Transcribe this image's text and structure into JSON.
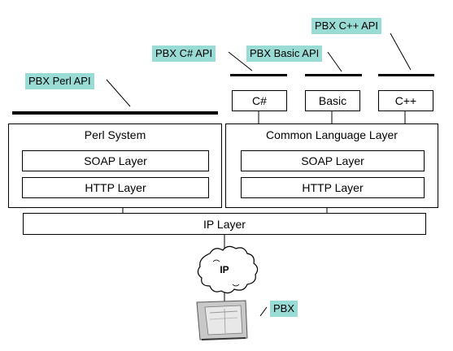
{
  "callouts": {
    "perl_api": "PBX Perl API",
    "csharp_api": "PBX C# API",
    "basic_api": "PBX Basic API",
    "cpp_api": "PBX C++ API",
    "pbx": "PBX"
  },
  "api_boxes": {
    "csharp": "C#",
    "basic": "Basic",
    "cpp": "C++"
  },
  "perl_system": {
    "title": "Perl System",
    "soap": "SOAP Layer",
    "http": "HTTP Layer"
  },
  "common_language": {
    "title": "Common Language Layer",
    "soap": "SOAP Layer",
    "http": "HTTP Layer"
  },
  "ip_layer": "IP Layer",
  "cloud_label": "IP",
  "colors": {
    "callout_bg": "#99dcd6",
    "line": "#000000",
    "background": "#ffffff"
  }
}
